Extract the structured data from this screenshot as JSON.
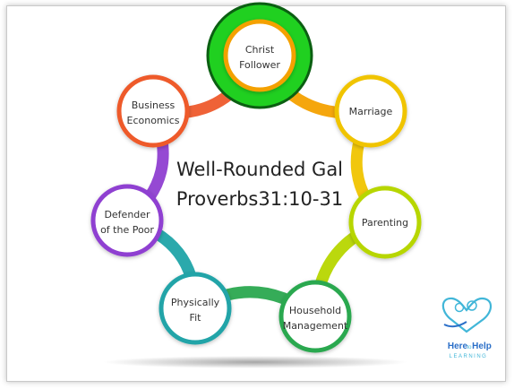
{
  "title": {
    "line1": "Well-Rounded Gal",
    "line2": "Proverbs31:10-31"
  },
  "colors": {
    "center_fill": "#22d022",
    "center_ring": "#0d6b10",
    "ring_stroke": "#f3a000",
    "ribbon_gradient": [
      "#f6a400",
      "#f8c400",
      "#d6dc00",
      "#8cc63f",
      "#27a85a",
      "#1aa2a0",
      "#8e44c8",
      "#c8458c",
      "#f2572a",
      "#f37a1a"
    ]
  },
  "nodes": [
    {
      "id": "christ",
      "line1": "Christ",
      "line2": "Follower",
      "color": "#f4a100"
    },
    {
      "id": "marriage",
      "line1": "Marriage",
      "line2": "",
      "color": "#f0c400"
    },
    {
      "id": "parenting",
      "line1": "Parenting",
      "line2": "",
      "color": "#b7d600"
    },
    {
      "id": "household",
      "line1": "Household",
      "line2": "Management",
      "color": "#2aa84f"
    },
    {
      "id": "physically",
      "line1": "Physically",
      "line2": "Fit",
      "color": "#20a4a8"
    },
    {
      "id": "defender",
      "line1": "Defender",
      "line2": "of the Poor",
      "color": "#8f3fd1"
    },
    {
      "id": "business",
      "line1": "Business",
      "line2": "Economics",
      "color": "#ee5a2c"
    }
  ],
  "logo": {
    "line1": "Here",
    "small": "to",
    "line2": "Help",
    "line3": "LEARNING",
    "blue": "#2b6fc8",
    "teal": "#41b6d8"
  }
}
